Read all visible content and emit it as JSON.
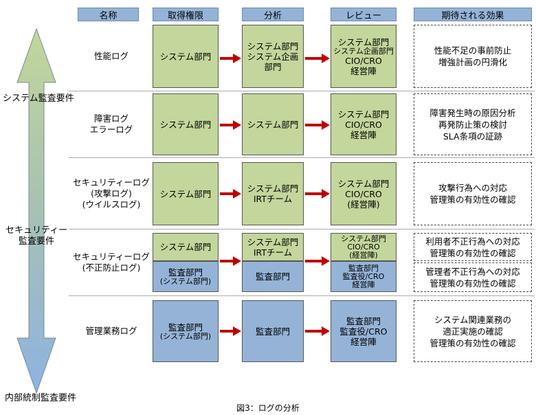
{
  "headers": [
    "名称",
    "取得権限",
    "分析",
    "レビュー",
    "期待される効果"
  ],
  "side_labels": {
    "top": "システム監査要件",
    "middle": [
      "セキュリティー",
      "監査要件"
    ],
    "bottom": "内部統制監査要件"
  },
  "rows": [
    {
      "name": [
        "性能ログ"
      ],
      "acquire": [
        "システム部門"
      ],
      "analysis": [
        "システム部門",
        "システム企画",
        "部門"
      ],
      "review": [
        "システム部門",
        "システム企画部門",
        "CIO/CRO",
        "経営陣"
      ],
      "effect": [
        "性能不足の事前防止",
        "増強計画の円滑化"
      ]
    },
    {
      "name": [
        "障害ログ",
        "エラーログ"
      ],
      "acquire": [
        "システム部門"
      ],
      "analysis": [
        "システム部門"
      ],
      "review": [
        "システム部門",
        "CIO/CRO",
        "経営陣"
      ],
      "effect": [
        "障害発生時の原因分析",
        "再発防止策の検討",
        "SLA条項の証跡"
      ]
    },
    {
      "name": [
        "セキュリティーログ",
        "(攻撃ログ)",
        "(ウイルスログ)"
      ],
      "acquire": [
        "システム部門"
      ],
      "analysis": [
        "システム部門",
        "IRTチーム"
      ],
      "review": [
        "システム部門",
        "CIO/CRO",
        "(経営陣)"
      ],
      "effect": [
        "攻撃行為への対応",
        "管理策の有効性の確認"
      ]
    },
    {
      "name": [
        "セキュリティーログ",
        "(不正防止ログ)"
      ],
      "acquire_top": [
        "システム部門"
      ],
      "acquire_bottom": [
        "監査部門",
        "(システム部門)"
      ],
      "analysis_top": [
        "システム部門",
        "IRTチーム"
      ],
      "analysis_bottom": [
        "監査部門"
      ],
      "review_top": [
        "システム部門",
        "CIO/CRO",
        "(経営陣)"
      ],
      "review_bottom": [
        "監査部門",
        "監査役/CRO",
        "経営陣"
      ],
      "effect_top": [
        "利用者不正行為への対応",
        "管理策の有効性の確認"
      ],
      "effect_bottom": [
        "管理者不正行為への対応",
        "管理策の有効性の確認"
      ]
    },
    {
      "name": [
        "管理業務ログ"
      ],
      "acquire": [
        "監査部門",
        "(システム部門)"
      ],
      "analysis": [
        "監査部門"
      ],
      "review": [
        "監査部門",
        "監査役/CRO",
        "経営陣"
      ],
      "effect": [
        "システム関連業務の",
        "適正実施の確認",
        "管理策の有効性の確認"
      ]
    }
  ],
  "caption": "図3：ログの分析",
  "colors": {
    "system": "#c3d69b",
    "audit": "#95b3d7",
    "arrow": "#c00000",
    "header": "#95b3d7"
  }
}
